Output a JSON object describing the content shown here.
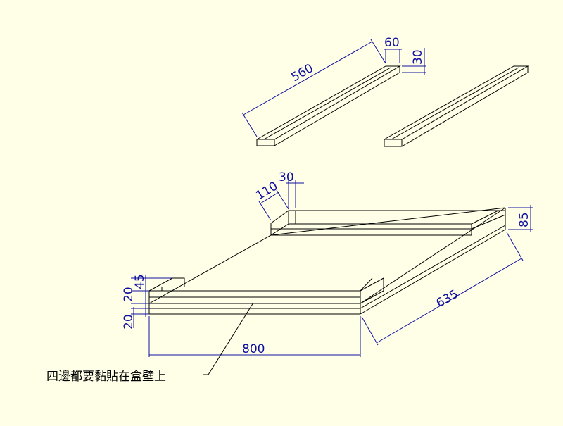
{
  "dimensions": {
    "rail_length": "560",
    "rail_width": "60",
    "rail_height": "30",
    "back_rim_thickness": "30",
    "back_rim_depth": "110",
    "box_height": "85",
    "box_depth": "635",
    "box_width": "800",
    "front_rim_height": "45",
    "rim_layer": "20",
    "base_layer": "20"
  },
  "annotation": {
    "note": "四邊都要黏貼在盒壁上"
  },
  "colors": {
    "background": "#ffffe8",
    "outline": "#000000",
    "dimension": "#1010a0"
  }
}
